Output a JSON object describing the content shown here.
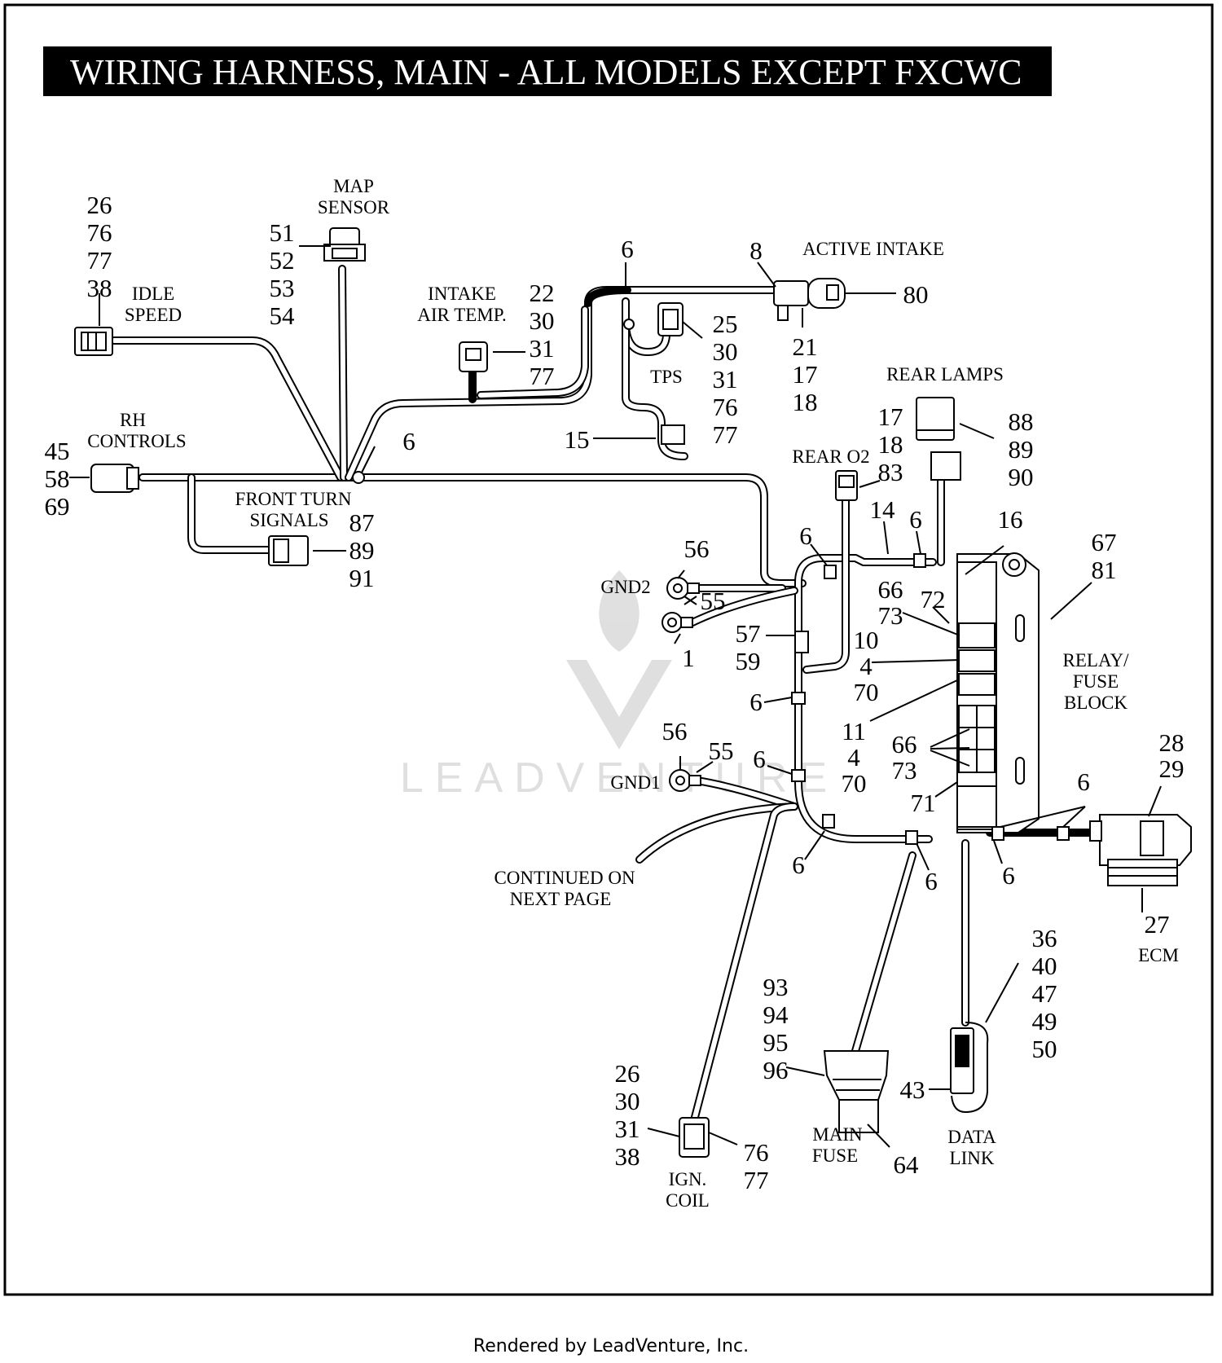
{
  "title": "WIRING HARNESS, MAIN - ALL MODELS EXCEPT FXCWC",
  "footer": "Rendered by LeadVenture, Inc.",
  "watermark": "LEADVENTURE",
  "components": {
    "map_sensor": [
      "MAP",
      "SENSOR"
    ],
    "idle_speed": [
      "IDLE",
      "SPEED"
    ],
    "intake_air_temp": [
      "INTAKE",
      "AIR TEMP."
    ],
    "active_intake": [
      "ACTIVE INTAKE"
    ],
    "tps": [
      "TPS"
    ],
    "rear_lamps": [
      "REAR LAMPS"
    ],
    "rh_controls": [
      "RH",
      "CONTROLS"
    ],
    "front_turn_signals": [
      "FRONT TURN",
      "SIGNALS"
    ],
    "rear_o2": [
      "REAR O2"
    ],
    "gnd2": [
      "GND2"
    ],
    "gnd1": [
      "GND1"
    ],
    "relay_fuse_block": [
      "RELAY/",
      "FUSE",
      "BLOCK"
    ],
    "ecm": [
      "ECM"
    ],
    "continued": [
      "CONTINUED ON",
      "NEXT PAGE"
    ],
    "main_fuse": [
      "MAIN",
      "FUSE"
    ],
    "data_link": [
      "DATA",
      "LINK"
    ],
    "ign_coil": [
      "IGN.",
      "COIL"
    ]
  },
  "callouts": {
    "idle_speed": [
      "26",
      "76",
      "77",
      "38"
    ],
    "map_sensor": [
      "51",
      "52",
      "53",
      "54"
    ],
    "tps_clip": [
      "6"
    ],
    "active_intake_left": [
      "8"
    ],
    "active_intake_right": [
      "80"
    ],
    "active_intake_below": [
      "21",
      "17",
      "18"
    ],
    "intake_air_temp": [
      "22",
      "30",
      "31",
      "77"
    ],
    "tps": [
      "25",
      "30",
      "31",
      "76",
      "77"
    ],
    "tps_lower": [
      "15"
    ],
    "junction_clip": [
      "6"
    ],
    "rh_controls": [
      "45",
      "58",
      "69"
    ],
    "front_turn_signals": [
      "87",
      "89",
      "91"
    ],
    "rear_lamps_a": [
      "17",
      "18",
      "83"
    ],
    "rear_lamps_b": [
      "88",
      "89",
      "90"
    ],
    "harness_14": [
      "14"
    ],
    "clip_top_left": [
      "6"
    ],
    "clip_top_right": [
      "6"
    ],
    "item_16": [
      "16"
    ],
    "relay_block": [
      "67",
      "81"
    ],
    "gnd2_56": [
      "56"
    ],
    "gnd2_55": [
      "55"
    ],
    "gnd2_1": [
      "1"
    ],
    "item_57": [
      "57",
      "59"
    ],
    "item_66_73": [
      "66",
      "73"
    ],
    "item_72": [
      "72"
    ],
    "item_10": [
      "10",
      "4",
      "70"
    ],
    "clip_mid_1": [
      "6"
    ],
    "item_11": [
      "11",
      "4",
      "70"
    ],
    "item_66_73_b": [
      "66",
      "73"
    ],
    "gnd1_56": [
      "56"
    ],
    "gnd1_55": [
      "55"
    ],
    "clip_mid_2": [
      "6"
    ],
    "item_71": [
      "71"
    ],
    "ecm_clip": [
      "6"
    ],
    "ecm_top": [
      "28",
      "29"
    ],
    "clip_bottom_left": [
      "6"
    ],
    "clip_bottom_mid": [
      "6"
    ],
    "clip_bottom_right": [
      "6"
    ],
    "ecm": [
      "27"
    ],
    "data_link": [
      "36",
      "40",
      "47",
      "49",
      "50"
    ],
    "main_fuse": [
      "93",
      "94",
      "95",
      "96"
    ],
    "data_link_43": [
      "43"
    ],
    "main_fuse_64": [
      "64"
    ],
    "ign_coil_left": [
      "26",
      "30",
      "31",
      "38"
    ],
    "ign_coil_right": [
      "76",
      "77"
    ]
  }
}
